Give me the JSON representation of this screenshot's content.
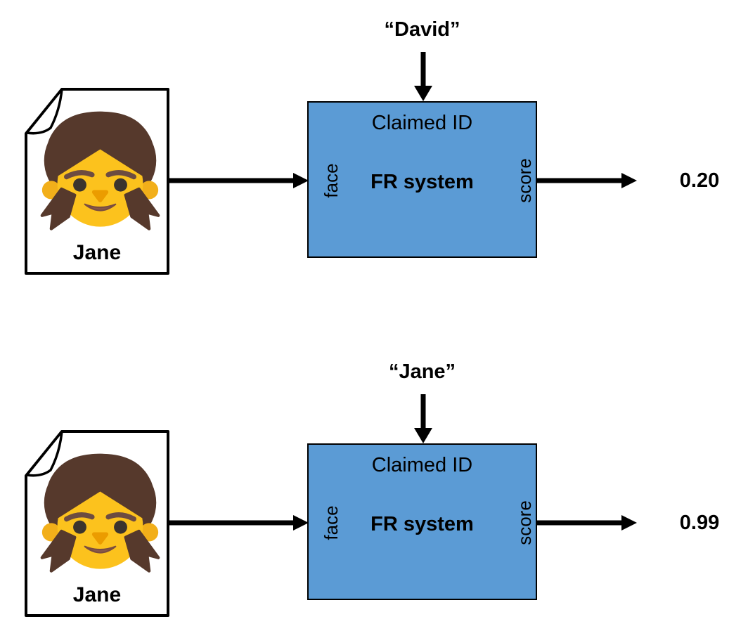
{
  "diagram": {
    "fr_box": {
      "header": "Claimed ID",
      "title": "FR system",
      "input_port": "face",
      "output_port": "score",
      "fill_color": "#5b9bd5",
      "border_color": "#000000"
    },
    "scenarios": [
      {
        "photo_label": "Jane",
        "claimed_id": "“David”",
        "score": "0.20"
      },
      {
        "photo_label": "Jane",
        "claimed_id": "“Jane”",
        "score": "0.99"
      }
    ],
    "icons": {
      "photo": "girl-emoji-photo-page-icon",
      "arrow": "solid-black-arrow"
    },
    "colors": {
      "arrow": "#000000",
      "girl_hair": "#56392c",
      "girl_face": "#fcc21d",
      "girl_ear": "#f2af1a",
      "girl_brow": "#6d4c41",
      "girl_eye": "#3b342e",
      "girl_nose": "#eb9c00",
      "girl_mouth": "#8a5a4a"
    }
  }
}
